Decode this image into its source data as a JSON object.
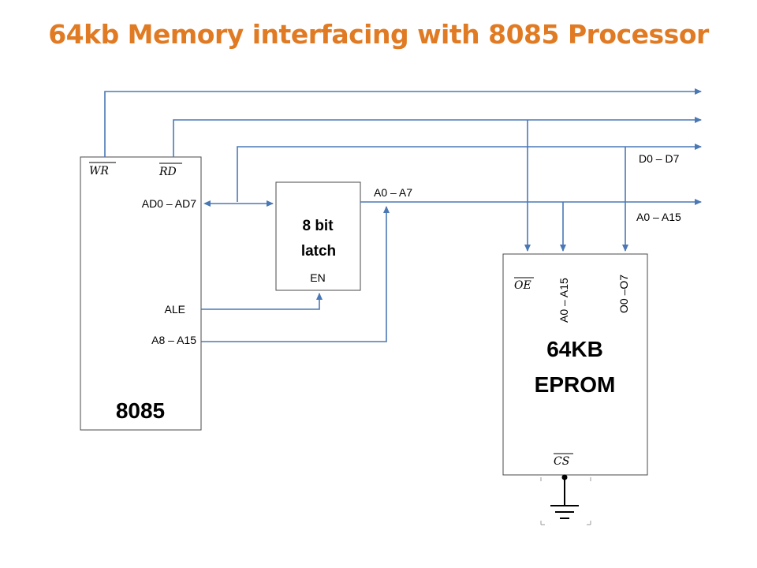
{
  "title": "64kb Memory interfacing with 8085 Processor",
  "colors": {
    "title": "#e07b24",
    "wire": "#4a78b5",
    "box_border": "#4a4a4a",
    "text": "#000000"
  },
  "processor": {
    "name": "8085",
    "pins": {
      "wr": "WR",
      "rd": "RD",
      "ad": "AD0 – AD7",
      "ale": "ALE",
      "a_high": "A8 – A15"
    }
  },
  "latch": {
    "line1": "8 bit",
    "line2": "latch",
    "enable": "EN"
  },
  "eprom": {
    "line1": "64KB",
    "line2": "EPROM",
    "pins": {
      "oe": "OE",
      "addr": "A0 – A15",
      "data": "O0 –O7",
      "cs": "CS"
    }
  },
  "buses": {
    "a0_a7": "A0 – A7",
    "d0_d7": "D0 – D7",
    "a0_a15": "A0 – A15"
  },
  "icons": {
    "ground": "ground-symbol",
    "arrow": "arrowhead"
  }
}
